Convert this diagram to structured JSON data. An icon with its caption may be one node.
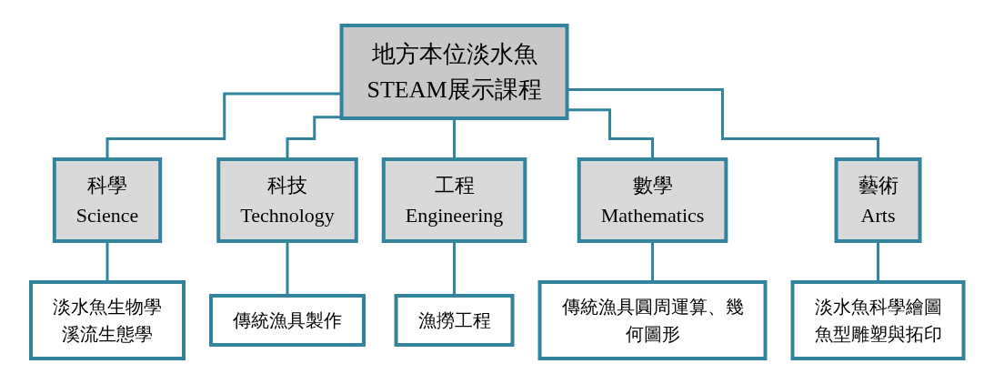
{
  "diagram": {
    "nodes": [
      {
        "text": [
          "地方本位淡水魚STEAM展示課程"
        ]
      },
      {
        "text": [
          "科學",
          "Science"
        ]
      },
      {
        "text": [
          "科技",
          "Technology"
        ]
      },
      {
        "text": [
          "工程",
          "Engineering"
        ]
      },
      {
        "text": [
          "數學",
          "Mathematics"
        ]
      },
      {
        "text": [
          "藝術",
          "Arts"
        ]
      },
      {
        "text": [
          "淡水魚生物學",
          "溪流生態學"
        ]
      },
      {
        "text": [
          "傳統漁具製作"
        ]
      },
      {
        "text": [
          "漁撈工程"
        ]
      },
      {
        "text": [
          "傳統漁具圓周運算、幾何圖形"
        ]
      },
      {
        "text": [
          "淡水魚科學繪圖",
          "魚型雕塑與拓印"
        ]
      }
    ],
    "edges": [
      {
        "from": 0,
        "to": 1,
        "arrow": "none"
      },
      {
        "from": 0,
        "to": 2,
        "arrow": "none"
      },
      {
        "from": 0,
        "to": 3,
        "arrow": "none"
      },
      {
        "from": 0,
        "to": 4,
        "arrow": "none"
      },
      {
        "from": 0,
        "to": 5,
        "arrow": "none"
      },
      {
        "from": 1,
        "to": 6,
        "arrow": "none"
      },
      {
        "from": 2,
        "to": 7,
        "arrow": "none"
      },
      {
        "from": 3,
        "to": 8,
        "arrow": "none"
      },
      {
        "from": 4,
        "to": 9,
        "arrow": "none"
      },
      {
        "from": 5,
        "to": 10,
        "arrow": "none"
      }
    ]
  }
}
